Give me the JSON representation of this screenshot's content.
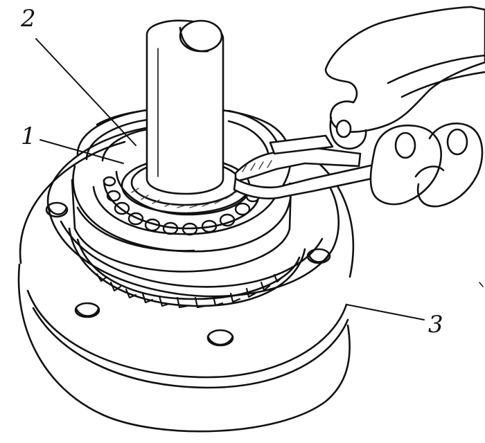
{
  "labels": {
    "part_1": "1",
    "part_2": "2",
    "part_3": "3"
  },
  "colors": {
    "ink": "#111111",
    "paper": "#ffffff",
    "hatch": "#444444"
  }
}
